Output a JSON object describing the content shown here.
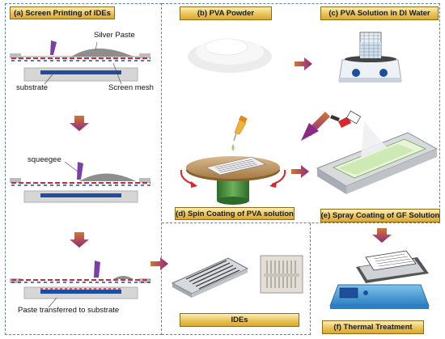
{
  "panels": {
    "a": {
      "title": "(a) Screen Printing of IDEs",
      "callouts": {
        "paste": "Silver Paste",
        "substrate": "substrate",
        "mesh": "Screen mesh",
        "squeegee": "squeegee",
        "transferred": "Paste transferred to substrate"
      }
    },
    "b": {
      "title": "(b) PVA Powder"
    },
    "c": {
      "title": "(c) PVA Solution in DI Water"
    },
    "d": {
      "title": "(d) Spin Coating of PVA solution"
    },
    "e": {
      "title": "(e) Spray Coating of GF Solution"
    },
    "f": {
      "title": "(f) Thermal Treatment"
    },
    "ides": {
      "title": "IDEs"
    }
  },
  "colors": {
    "arrow": "#8b2a86",
    "arrow_light": "#d2772e",
    "tag_fill": "#e9c35a",
    "frame": "#5b7fb6",
    "substrate": "#1e4f9e",
    "mesh": "#d9262c",
    "paste": "#8e8e8e",
    "squeegee": "#7b3fa8"
  },
  "icons": [
    "squeegee-icon",
    "dropper-icon",
    "spray-gun-icon",
    "hot-plate-stirrer-icon",
    "spin-coater-icon",
    "powder-pile-icon",
    "ide-chip-icon"
  ]
}
